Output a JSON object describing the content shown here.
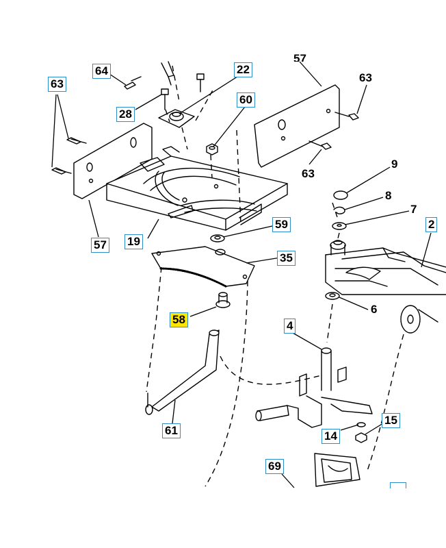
{
  "labels": {
    "p64": "64",
    "p63a": "63",
    "p28": "28",
    "p22": "22",
    "p60": "60",
    "p63b": "63",
    "p63c": "63",
    "p9": "9",
    "p8": "8",
    "p7": "7",
    "p2": "2",
    "p57": "57",
    "p19": "19",
    "p59": "59",
    "p35": "35",
    "p58": "58",
    "p6": "6",
    "p4": "4",
    "p61": "61",
    "p14": "14",
    "p15": "15",
    "p69": "69",
    "p_top_cut": "57"
  },
  "colors": {
    "callout_border": "#2a8fc8",
    "highlight": "#ffe600",
    "line": "#000000"
  },
  "highlighted_part": "58"
}
